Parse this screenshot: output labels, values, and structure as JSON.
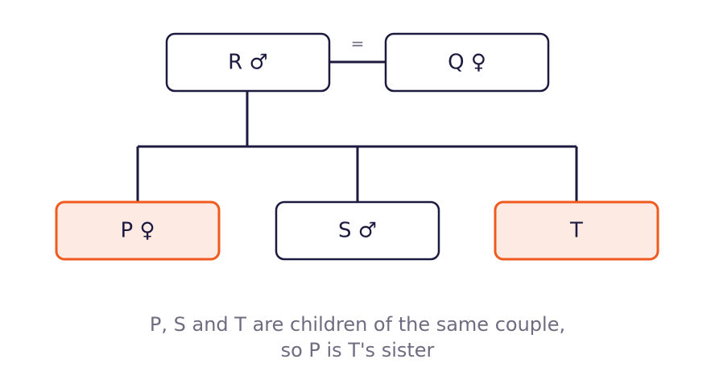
{
  "colors": {
    "line": "#1c1a3e",
    "box_border": "#1c1a3e",
    "box_fill": "#ffffff",
    "highlight_border": "#f05a1e",
    "highlight_fill": "#fdeae3",
    "text": "#1c1a3e",
    "muted_text": "#6e6c80"
  },
  "parents": {
    "father": {
      "label": "R ♂"
    },
    "mother": {
      "label": "Q ♀"
    },
    "marriage_symbol": "="
  },
  "children": [
    {
      "label": "P ♀",
      "highlighted": true
    },
    {
      "label": "S ♂",
      "highlighted": false
    },
    {
      "label": "T",
      "highlighted": true
    }
  ],
  "caption": {
    "line1": "P, S and T are children of the same couple,",
    "line2": "so P is T's sister"
  }
}
